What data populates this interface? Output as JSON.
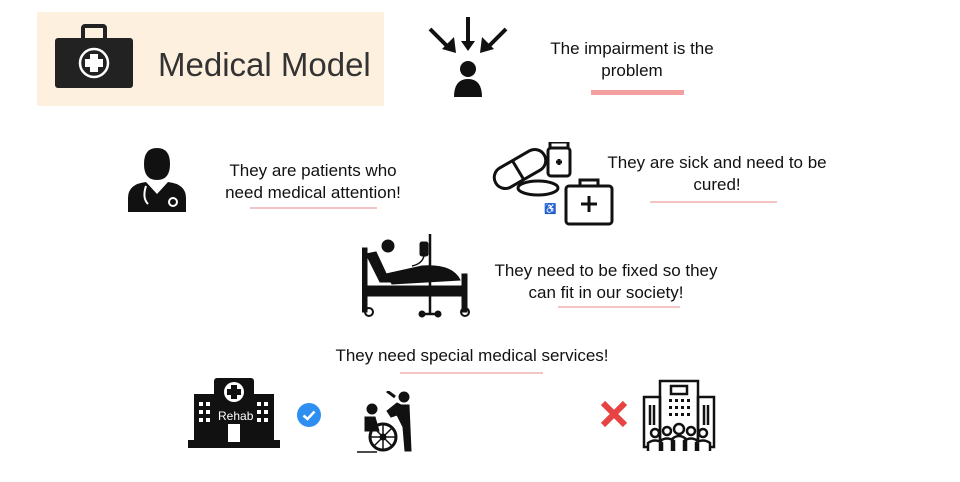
{
  "title": "Medical Model",
  "statements": {
    "impairment": [
      "The impairment is the",
      "problem"
    ],
    "patients": [
      "They are patients who",
      "need medical attention!"
    ],
    "sick": [
      "They are sick and need to be",
      "cured!"
    ],
    "fixed": [
      "They need to be fixed so they",
      "can fit in our society!"
    ],
    "services": "They need special medical services!"
  },
  "hospital_label": "Rehab",
  "colors": {
    "banner": "#fdf0de",
    "underline": "#f2c4c4",
    "underline_strong": "#f4a0a0",
    "check": "#2f8ff0",
    "cross": "#e84343"
  }
}
